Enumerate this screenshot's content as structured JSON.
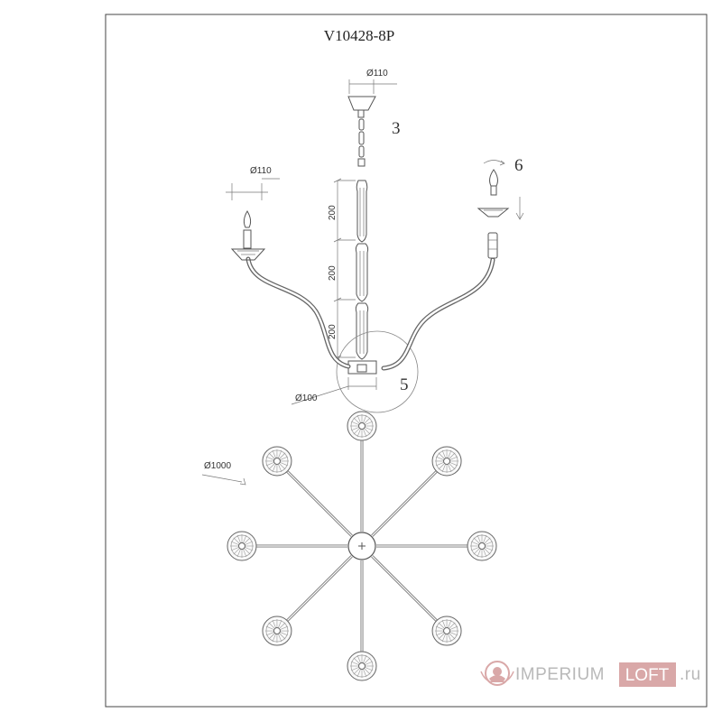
{
  "drawing": {
    "model": "V10428-8P",
    "dimensions": {
      "canopy_diameter": "Ø110",
      "candle_cup_diameter": "Ø110",
      "rod_1": "200",
      "rod_2": "200",
      "rod_3": "200",
      "base_diameter": "Ø100",
      "overall_diameter": "Ø1000"
    },
    "callouts": {
      "canopy": "3",
      "bulb": "6",
      "detail": "5"
    },
    "arm_count": 8
  },
  "watermark": {
    "brand_left": "IMPERIUM",
    "brand_box": "LOFT",
    "suffix": ".ru",
    "box_color": "#d9a8a8",
    "logo_color": "#d9a8a8"
  }
}
